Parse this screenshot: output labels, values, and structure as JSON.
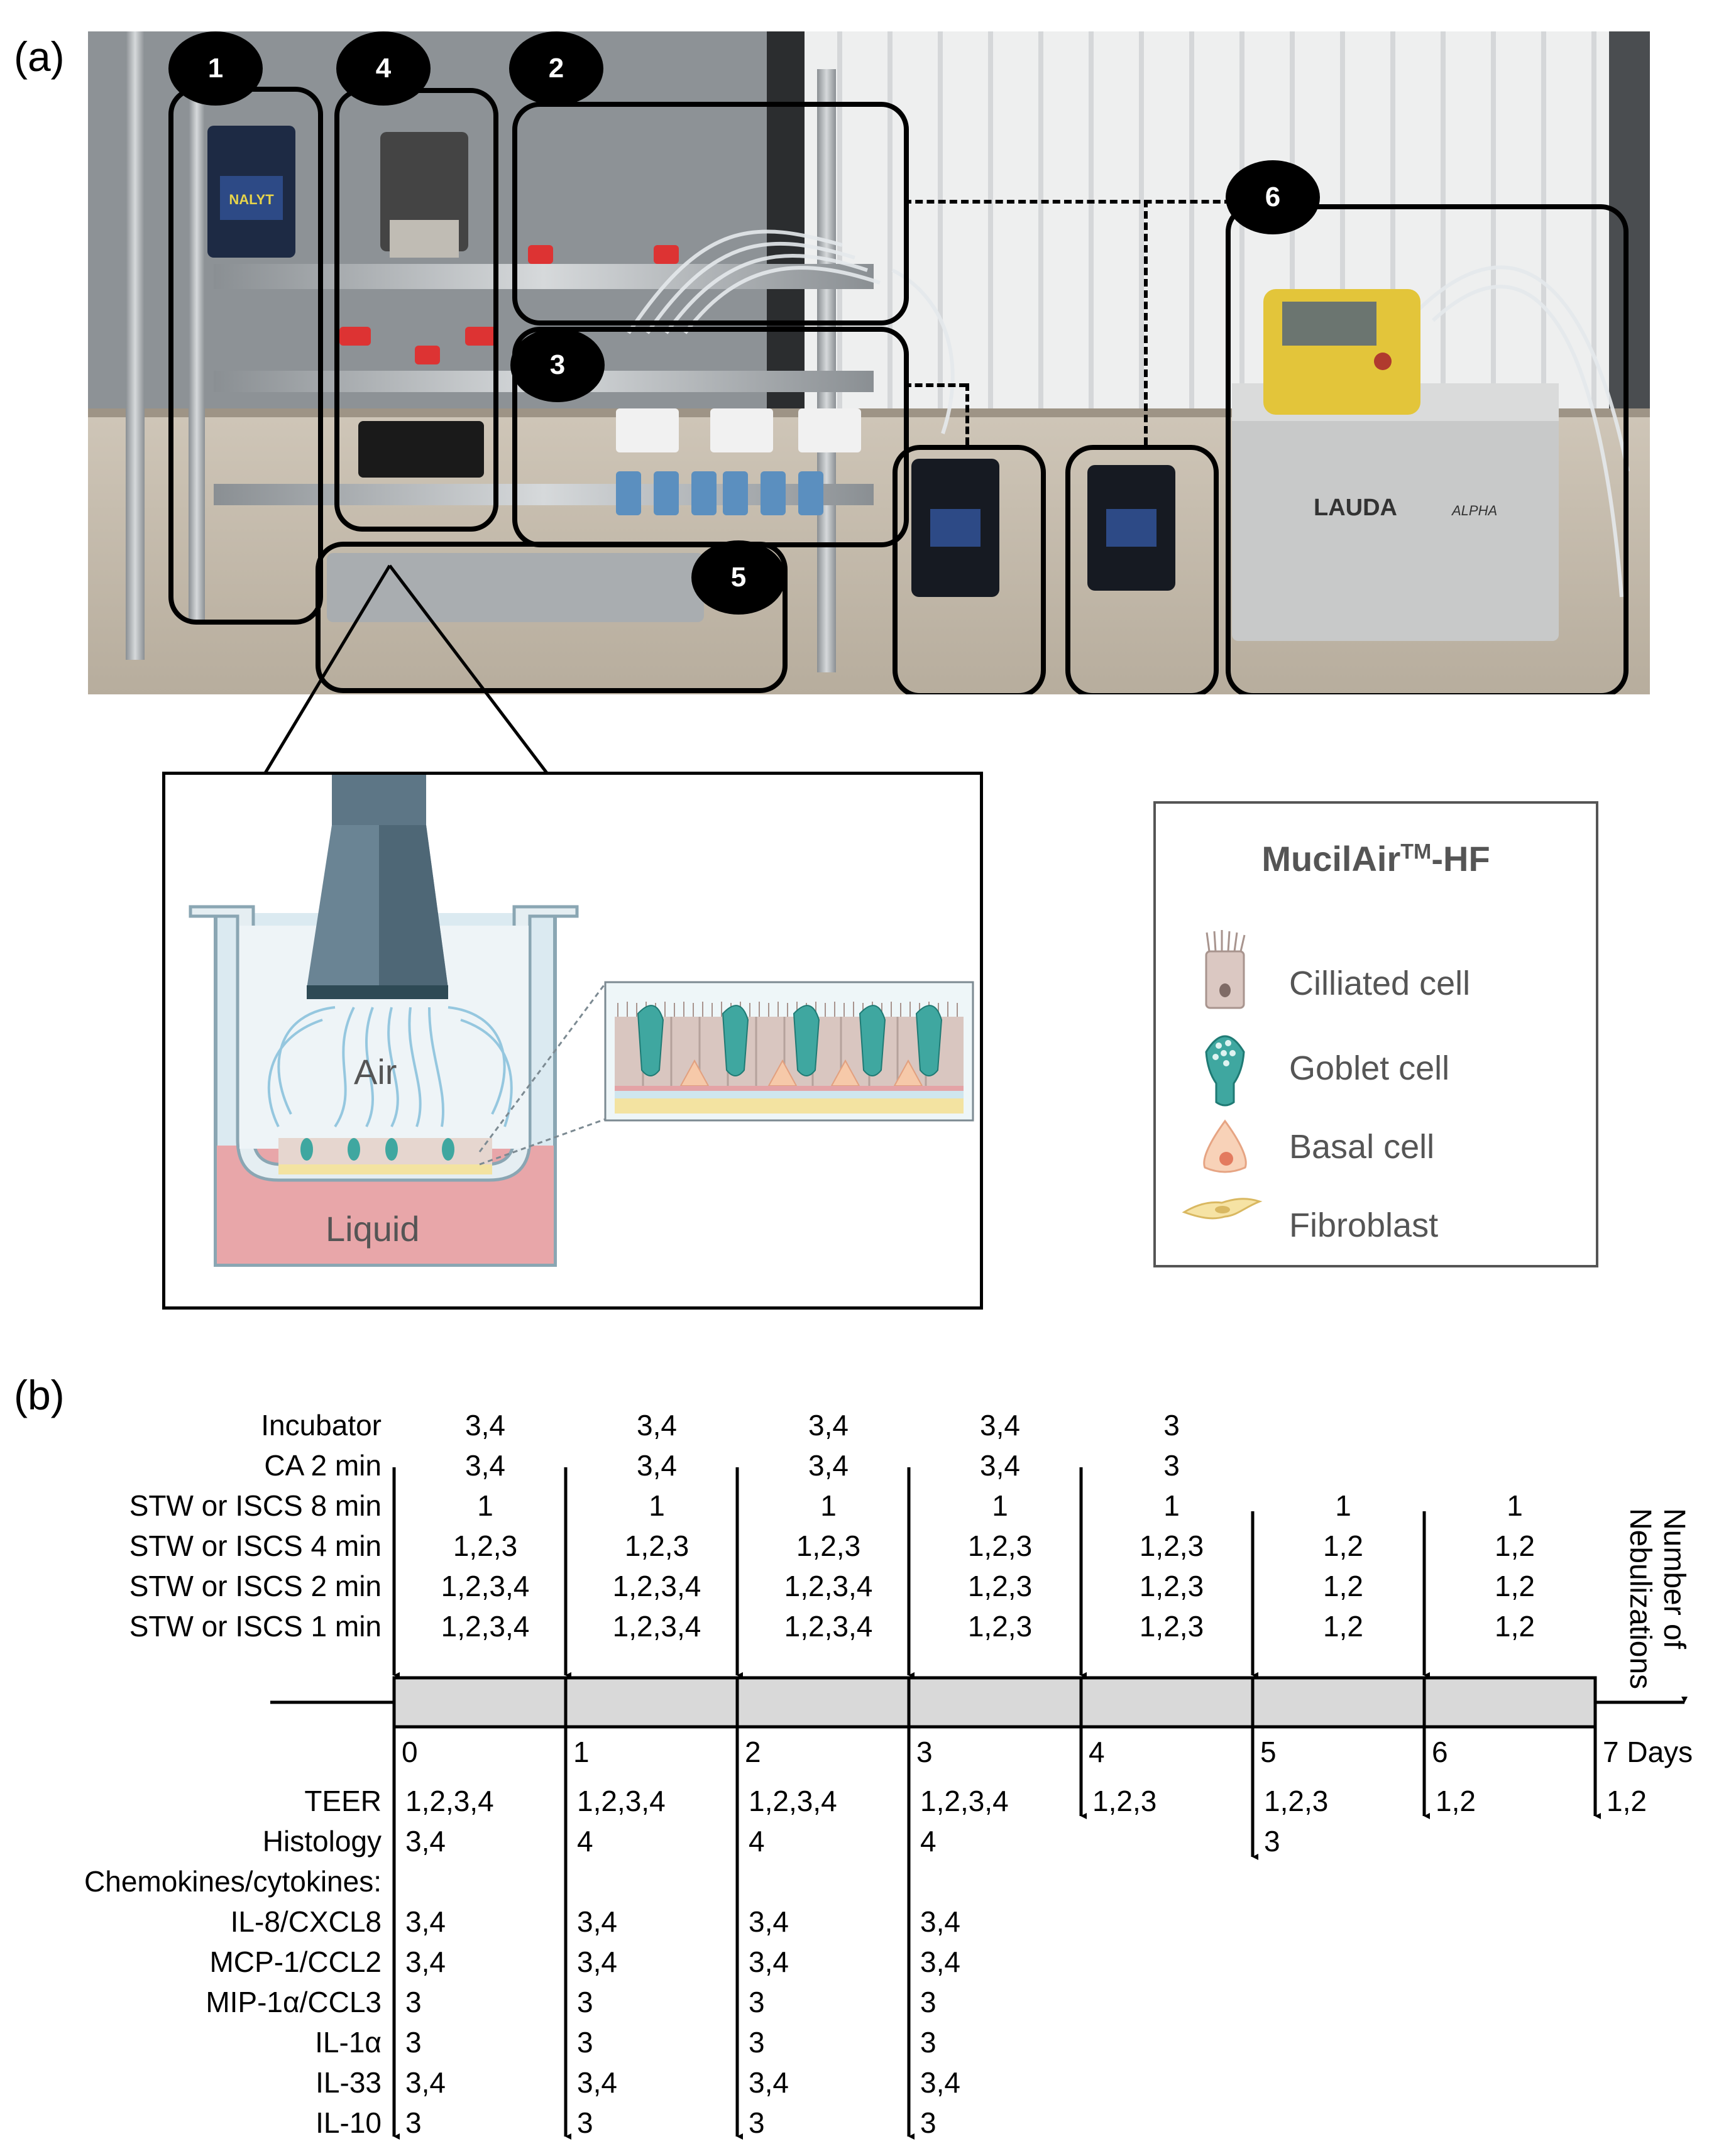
{
  "panel_a": {
    "letter": "(a)",
    "photo": {
      "regions": [
        {
          "number": "1",
          "label": ""
        },
        {
          "number": "4",
          "label": ""
        },
        {
          "number": "2",
          "label": ""
        },
        {
          "number": "3",
          "label": ""
        },
        {
          "number": "5",
          "label": ""
        },
        {
          "number": "6",
          "label": ""
        }
      ],
      "device_text": {
        "lauda": "LAUDA",
        "alpha": "ALPHA",
        "brand": "NALYT"
      }
    },
    "inset": {
      "air": "Air",
      "liquid": "Liquid"
    },
    "legend": {
      "title_prefix": "MucilAir",
      "title_sup": "TM",
      "title_suffix": "-HF",
      "items": [
        {
          "label": "Cilliated cell",
          "icon": "ciliated-cell-icon"
        },
        {
          "label": "Goblet cell",
          "icon": "goblet-cell-icon"
        },
        {
          "label": "Basal cell",
          "icon": "basal-cell-icon"
        },
        {
          "label": "Fibroblast",
          "icon": "fibroblast-icon"
        }
      ]
    }
  },
  "panel_b": {
    "letter": "(b)",
    "side_label_line1": "Number of",
    "side_label_line2": "Nebulizations",
    "days": [
      "0",
      "1",
      "2",
      "3",
      "4",
      "5",
      "6",
      "7 Days"
    ],
    "top_rows": [
      {
        "label": "Incubator",
        "values": [
          "3,4",
          "3,4",
          "3,4",
          "3,4",
          "3",
          "",
          "",
          ""
        ]
      },
      {
        "label": "CA 2 min",
        "values": [
          "3,4",
          "3,4",
          "3,4",
          "3,4",
          "3",
          "",
          "",
          ""
        ]
      },
      {
        "label": "STW or ISCS 8 min",
        "values": [
          "1",
          "1",
          "1",
          "1",
          "1",
          "1",
          "1",
          ""
        ]
      },
      {
        "label": "STW or ISCS 4 min",
        "values": [
          "1,2,3",
          "1,2,3",
          "1,2,3",
          "1,2,3",
          "1,2,3",
          "1,2",
          "1,2",
          ""
        ]
      },
      {
        "label": "STW or ISCS 2 min",
        "values": [
          "1,2,3,4",
          "1,2,3,4",
          "1,2,3,4",
          "1,2,3",
          "1,2,3",
          "1,2",
          "1,2",
          ""
        ]
      },
      {
        "label": "STW or ISCS 1 min",
        "values": [
          "1,2,3,4",
          "1,2,3,4",
          "1,2,3,4",
          "1,2,3",
          "1,2,3",
          "1,2",
          "1,2",
          ""
        ]
      }
    ],
    "bottom_rows": [
      {
        "label": "TEER",
        "values": [
          "1,2,3,4",
          "1,2,3,4",
          "1,2,3,4",
          "1,2,3,4",
          "1,2,3",
          "1,2,3",
          "1,2",
          "1,2"
        ]
      },
      {
        "label": "Histology",
        "values": [
          "3,4",
          "4",
          "4",
          "4",
          "",
          "3",
          "",
          ""
        ]
      },
      {
        "label": "Chemokines/cytokines:",
        "values": [
          "",
          "",
          "",
          "",
          "",
          "",
          "",
          ""
        ]
      },
      {
        "label": "IL-8/CXCL8",
        "values": [
          "3,4",
          "3,4",
          "3,4",
          "3,4",
          "",
          "",
          "",
          ""
        ]
      },
      {
        "label": "MCP-1/CCL2",
        "values": [
          "3,4",
          "3,4",
          "3,4",
          "3,4",
          "",
          "",
          "",
          ""
        ]
      },
      {
        "label": "MIP-1α/CCL3",
        "values": [
          "3",
          "3",
          "3",
          "3",
          "",
          "",
          "",
          ""
        ]
      },
      {
        "label": "IL-1α",
        "values": [
          "3",
          "3",
          "3",
          "3",
          "",
          "",
          "",
          ""
        ]
      },
      {
        "label": "IL-33",
        "values": [
          "3,4",
          "3,4",
          "3,4",
          "3,4",
          "",
          "",
          "",
          ""
        ]
      },
      {
        "label": "IL-10",
        "values": [
          "3",
          "3",
          "3",
          "3",
          "",
          "",
          "",
          ""
        ]
      }
    ]
  }
}
